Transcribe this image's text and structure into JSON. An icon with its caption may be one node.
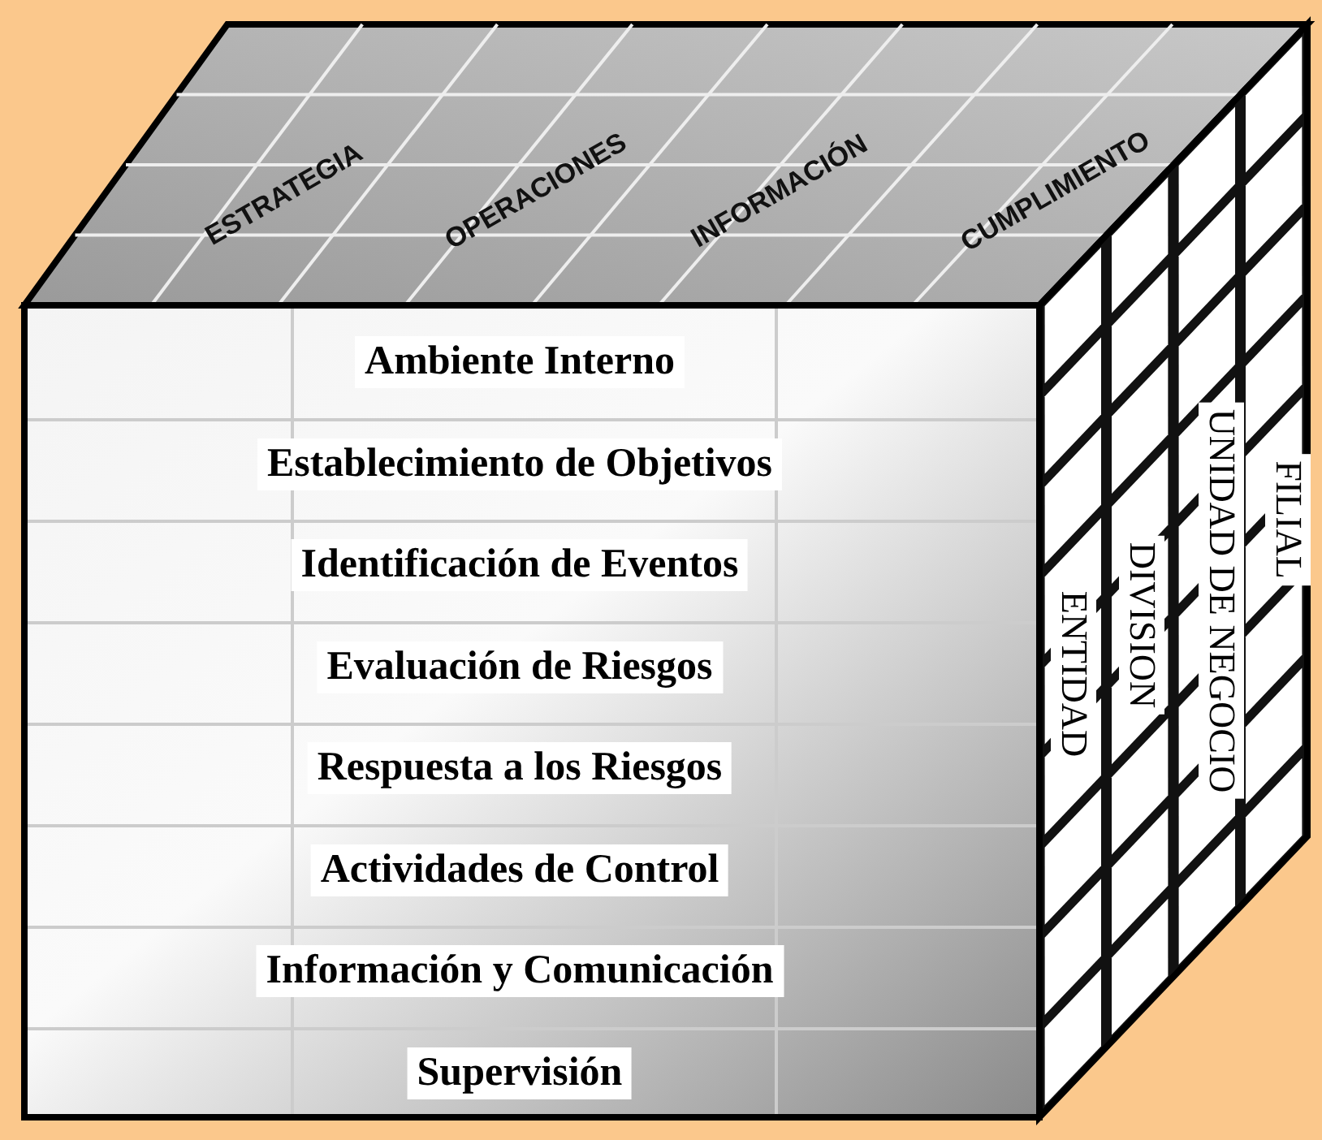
{
  "diagram": {
    "nodes": [
      {
        "text": [
          "ESTRATEGIA"
        ]
      },
      {
        "text": [
          "OPERACIONES"
        ]
      },
      {
        "text": [
          "INFORMACIÓN"
        ]
      },
      {
        "text": [
          "CUMPLIMIENTO"
        ]
      },
      {
        "text": [
          "Ambiente Interno"
        ]
      },
      {
        "text": [
          "Establecimiento de Objetivos"
        ]
      },
      {
        "text": [
          "Identificación de Eventos"
        ]
      },
      {
        "text": [
          "Evaluación de Riesgos"
        ]
      },
      {
        "text": [
          "Respuesta a los Riesgos"
        ]
      },
      {
        "text": [
          "Actividades de Control"
        ]
      },
      {
        "text": [
          "Información y Comunicación"
        ]
      },
      {
        "text": [
          "Supervisión"
        ]
      },
      {
        "text": [
          "ENTIDAD"
        ]
      },
      {
        "text": [
          "DIVISION"
        ]
      },
      {
        "text": [
          "UNIDAD DE NEGOCIO"
        ]
      },
      {
        "text": [
          "FILIAL"
        ]
      }
    ]
  }
}
